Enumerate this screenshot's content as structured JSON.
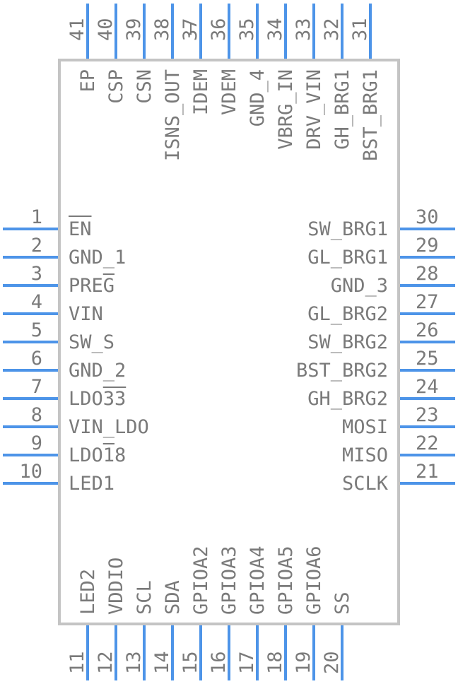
{
  "pins": {
    "left": [
      {
        "num": "1",
        "label": "EN"
      },
      {
        "num": "2",
        "label": "GND_1"
      },
      {
        "num": "3",
        "label": "PREG"
      },
      {
        "num": "4",
        "label": "VIN"
      },
      {
        "num": "5",
        "label": "SW_S"
      },
      {
        "num": "6",
        "label": "GND_2"
      },
      {
        "num": "7",
        "label": "LDO33"
      },
      {
        "num": "8",
        "label": "VIN_LDO"
      },
      {
        "num": "9",
        "label": "LDO18"
      },
      {
        "num": "10",
        "label": "LED1"
      }
    ],
    "right": [
      {
        "num": "30",
        "label": "SW_BRG1"
      },
      {
        "num": "29",
        "label": "GL_BRG1"
      },
      {
        "num": "28",
        "label": "GND_3"
      },
      {
        "num": "27",
        "label": "GL_BRG2"
      },
      {
        "num": "26",
        "label": "SW_BRG2"
      },
      {
        "num": "25",
        "label": "BST_BRG2"
      },
      {
        "num": "24",
        "label": "GH_BRG2"
      },
      {
        "num": "23",
        "label": "MOSI"
      },
      {
        "num": "22",
        "label": "MISO"
      },
      {
        "num": "21",
        "label": "SCLK"
      }
    ],
    "bottom": [
      {
        "num": "11",
        "label": "LED2"
      },
      {
        "num": "12",
        "label": "VDDIO"
      },
      {
        "num": "13",
        "label": "SCL"
      },
      {
        "num": "14",
        "label": "SDA"
      },
      {
        "num": "15",
        "label": "GPIOA2"
      },
      {
        "num": "16",
        "label": "GPIOA3"
      },
      {
        "num": "17",
        "label": "GPIOA4"
      },
      {
        "num": "18",
        "label": "GPIOA5"
      },
      {
        "num": "19",
        "label": "GPIOA6"
      },
      {
        "num": "20",
        "label": "SS"
      }
    ],
    "top": [
      {
        "num": "41",
        "label": "EP"
      },
      {
        "num": "40",
        "label": "CSP"
      },
      {
        "num": "39",
        "label": "CSN"
      },
      {
        "num": "38",
        "label": "ISNS_OUT"
      },
      {
        "num": "37",
        "label": "IDEM"
      },
      {
        "num": "36",
        "label": "VDEM"
      },
      {
        "num": "35",
        "label": "GND_4"
      },
      {
        "num": "34",
        "label": "VBRG_IN"
      },
      {
        "num": "33",
        "label": "DRV_VIN"
      },
      {
        "num": "32",
        "label": "GH_BRG1"
      },
      {
        "num": "31",
        "label": "BST_BRG1"
      }
    ]
  },
  "colors": {
    "pin": "#4d94e8",
    "body_outline": "#c4c4c4",
    "text": "#7a7a7a"
  }
}
